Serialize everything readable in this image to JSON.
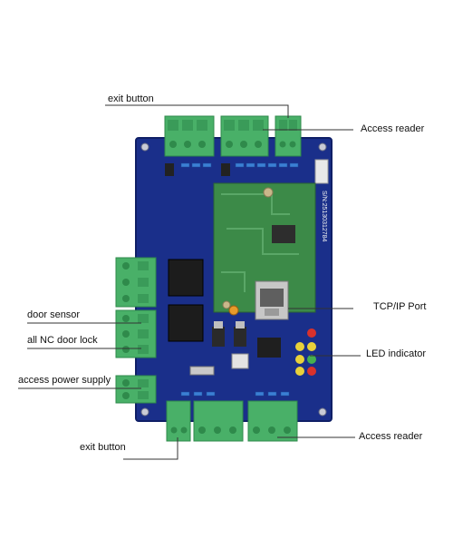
{
  "labels": {
    "exit_button_top": "exit button",
    "access_reader_top": "Access reader",
    "tcpip_port": "TCP/IP Port",
    "led_indicator": "LED indicator",
    "door_sensor": "door sensor",
    "nc_door_lock": "all NC door lock",
    "access_power_supply": "access power supply",
    "access_reader_bottom": "Access reader",
    "exit_button_bottom": "exit button"
  },
  "board": {
    "serial_number": "S/N:25130312784"
  },
  "colors": {
    "pcb": "#1a2f8a",
    "pcb_edge": "#0f1f66",
    "terminal": "#49b068",
    "terminal_dark": "#2f8a4b",
    "module": "#3c8a48",
    "leader_line": "#333333"
  }
}
